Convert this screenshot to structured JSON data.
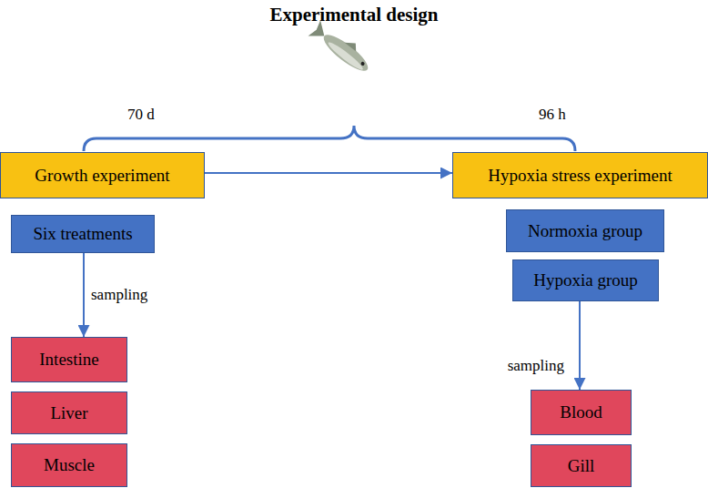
{
  "diagram": {
    "title": "Experimental design",
    "nodes": [
      {
        "text": [
          "Growth experiment"
        ]
      },
      {
        "text": [
          "Hypoxia stress experiment"
        ]
      },
      {
        "text": [
          "Six treatments"
        ]
      },
      {
        "text": [
          "Normoxia group"
        ]
      },
      {
        "text": [
          "Hypoxia group"
        ]
      },
      {
        "text": [
          "Intestine"
        ]
      },
      {
        "text": [
          "Liver"
        ]
      },
      {
        "text": [
          "Muscle"
        ]
      },
      {
        "text": [
          "Blood"
        ]
      },
      {
        "text": [
          "Gill"
        ]
      }
    ],
    "edges": [
      {
        "from": 0,
        "to": 1,
        "arrow": "to"
      },
      {
        "from": 2,
        "to": 5,
        "label": "sampling",
        "arrow": "to"
      },
      {
        "from": 4,
        "to": 8,
        "label": "sampling",
        "arrow": "to"
      }
    ],
    "labels": [
      "70 d",
      "96 h"
    ]
  }
}
